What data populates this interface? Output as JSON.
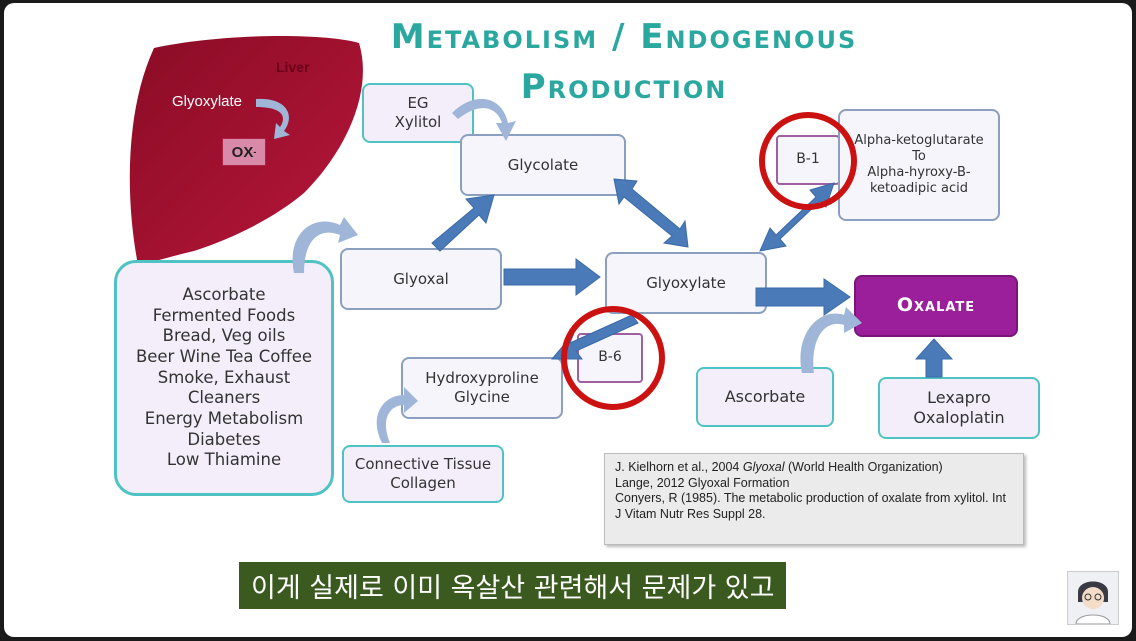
{
  "title": {
    "line1": "Metabolism / Endogenous",
    "line2": "Production"
  },
  "liver": {
    "label": "Liver",
    "glyoxylate": "Glyoxylate",
    "ox_base": "OX",
    "ox_sup": "-"
  },
  "boxes": {
    "eg_xylitol": "EG\nXylitol",
    "glycolate": "Glycolate",
    "glyoxal": "Glyoxal",
    "glyoxylate": "Glyoxylate",
    "b1": "B-1",
    "b6": "B-6",
    "alpha_keto": "Alpha-ketoglutarate\nTo\nAlpha-hyroxy-B-\nketoadipic acid",
    "sources": "Ascorbate\nFermented Foods\nBread, Veg oils\nBeer Wine Tea Coffee\nSmoke, Exhaust\nCleaners\nEnergy Metabolism\nDiabetes\nLow Thiamine",
    "hydroxyproline": "Hydroxyproline\nGlycine",
    "connective": "Connective Tissue\nCollagen",
    "ascorbate": "Ascorbate",
    "oxalate": "Oxalate",
    "lexapro": "Lexapro\nOxaloplatin"
  },
  "references": {
    "ref1_prefix": "J. Kielhorn et al., 2004 ",
    "ref1_italic": "Glyoxal",
    "ref1_suffix": " (World Health Organization)",
    "ref2": "Lange, 2012 Glyoxal Formation",
    "ref3": "Conyers, R (1985). The metabolic production of oxalate from xylitol. Int J Vitam Nutr Res Suppl 28."
  },
  "subtitle": "이게 실제로 이미 옥살산 관련해서 문제가 있고",
  "colors": {
    "teal_title": "#2aa8a0",
    "arrow_blue": "#4a7ab8",
    "oxalate": "#9b1f9b",
    "liver": "#9e1030",
    "circle_red": "#cc1111",
    "subtitle_bg": "#3b5a1f"
  }
}
